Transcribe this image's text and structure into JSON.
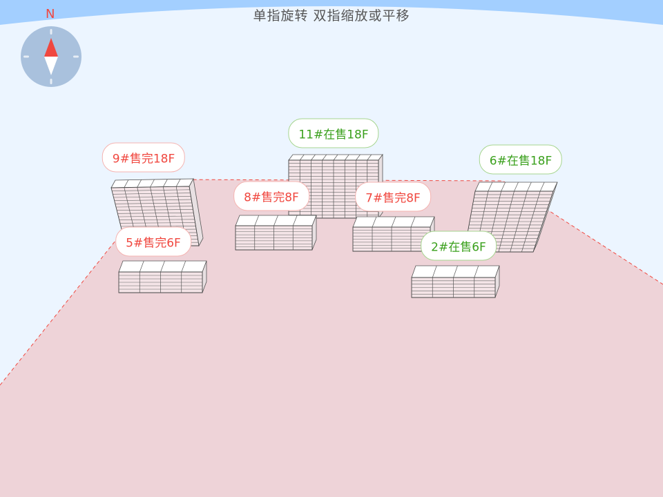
{
  "hint": "单指旋转 双指缩放或平移",
  "compass": {
    "north_label": "N",
    "icon": "compass-icon"
  },
  "colors": {
    "sold": "#f0473f",
    "on_sale": "#3aa01c",
    "ground": "#eed3d8",
    "sky": "#a3cfff"
  },
  "buildings": [
    {
      "id": "11",
      "label": "11#在售18F",
      "status": "在售",
      "floors": 18
    },
    {
      "id": "9",
      "label": "9#售完18F",
      "status": "售完",
      "floors": 18
    },
    {
      "id": "6",
      "label": "6#在售18F",
      "status": "在售",
      "floors": 18
    },
    {
      "id": "8",
      "label": "8#售完8F",
      "status": "售完",
      "floors": 8
    },
    {
      "id": "7",
      "label": "7#售完8F",
      "status": "售完",
      "floors": 8
    },
    {
      "id": "5",
      "label": "5#售完6F",
      "status": "售完",
      "floors": 6
    },
    {
      "id": "2",
      "label": "2#在售6F",
      "status": "在售",
      "floors": 6
    }
  ]
}
